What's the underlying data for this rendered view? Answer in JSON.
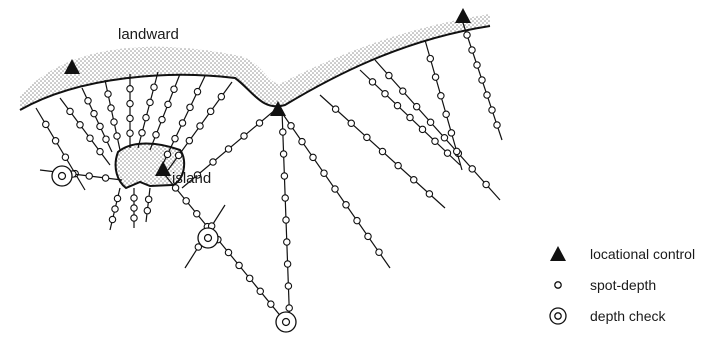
{
  "labels": {
    "landward": "landward",
    "island": "island"
  },
  "legend": {
    "control": "locational control",
    "spot": "spot-depth",
    "check": "depth check"
  }
}
